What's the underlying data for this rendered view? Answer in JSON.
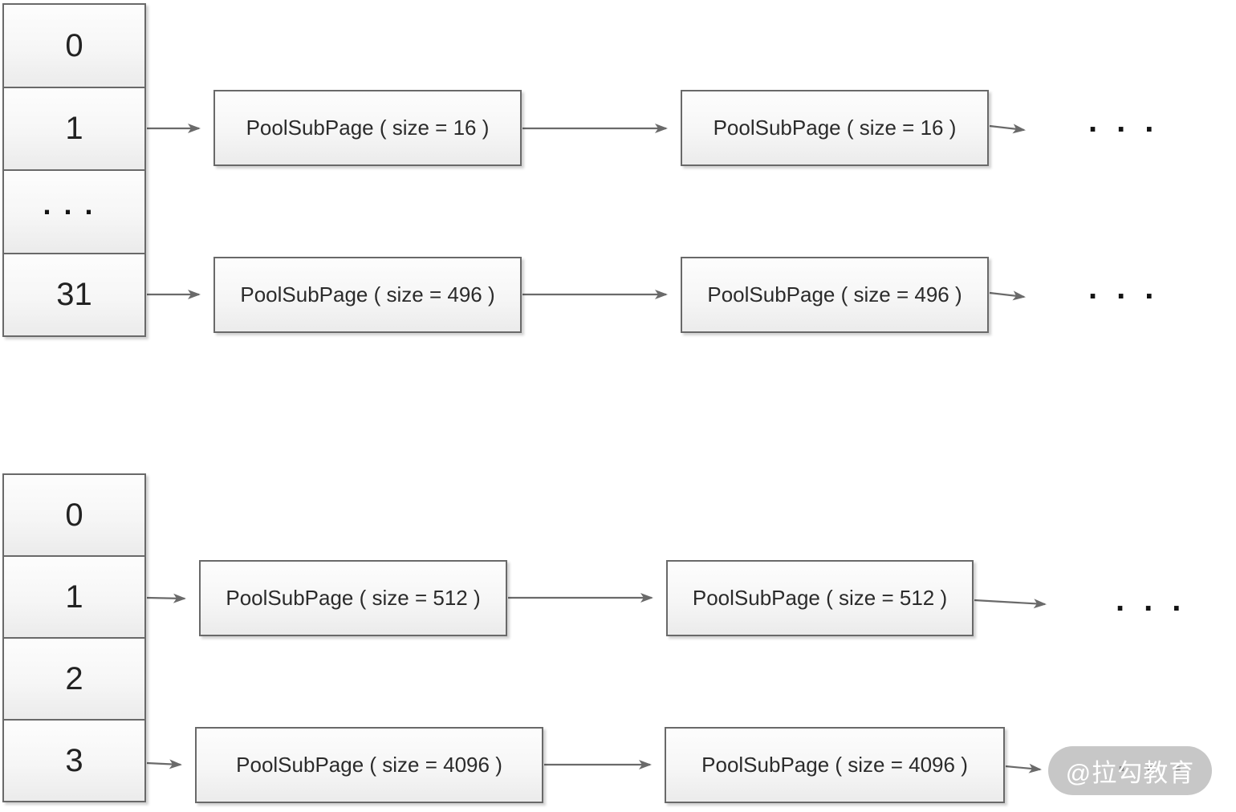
{
  "colors": {
    "border": "#696969",
    "arrow": "#6a6a6a",
    "box_fill_top": "#fdfdfd",
    "box_fill_bottom": "#ebebeb",
    "text": "#2b2b2b",
    "watermark_bg": "#b2b2b2",
    "watermark_text": "#ffffff"
  },
  "tiny_array": {
    "cells": [
      "0",
      "1",
      "...",
      "31"
    ],
    "row1": {
      "box1": "PoolSubPage ( size = 16 )",
      "box2": "PoolSubPage ( size = 16 )",
      "more": "..."
    },
    "row2": {
      "box1": "PoolSubPage ( size = 496 )",
      "box2": "PoolSubPage ( size = 496 )",
      "more": "..."
    }
  },
  "small_array": {
    "cells": [
      "0",
      "1",
      "2",
      "3"
    ],
    "row1": {
      "box1": "PoolSubPage ( size = 512 )",
      "box2": "PoolSubPage ( size = 512 )",
      "more": "..."
    },
    "row2": {
      "box1": "PoolSubPage ( size = 4096 )",
      "box2": "PoolSubPage ( size = 4096 )",
      "more": "..."
    }
  },
  "watermark": {
    "label": "@拉勾教育"
  }
}
